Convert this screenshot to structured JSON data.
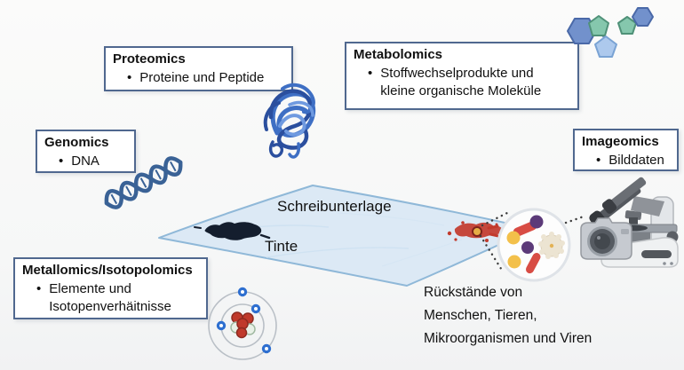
{
  "figure": {
    "description": "Forensic omics diagram around a writing pad with ink"
  },
  "boxes": {
    "proteomics": {
      "title": "Proteomics",
      "bullet": "Proteine und Peptide"
    },
    "metabolomics": {
      "title": "Metabolomics",
      "bullet": "Stoffwechselprodukte und\nkleine organische Moleküle"
    },
    "genomics": {
      "title": "Genomics",
      "bullet": "DNA"
    },
    "imageomics": {
      "title": "Imageomics",
      "bullet": "Bilddaten"
    },
    "metallomics": {
      "title": "Metallomics/Isotopolomics",
      "bullet": "Elemente und\nIsotopenverhäitnisse"
    }
  },
  "labels": {
    "pad": "Schreibunterlage",
    "ink": "Tinte",
    "residues": "Rückstände von\nMenschen, Tieren,\nMikroorganismen und Viren"
  },
  "bullet_glyph": "•",
  "icons": {
    "molecules": "molecule-rings-icon",
    "protein": "protein-tangle-icon",
    "dna": "dna-helix-icon",
    "atom": "atom-icon",
    "microscope": "microscope-icon",
    "camera": "camera-icon",
    "magnifier": "residue-magnifier-circle",
    "ink_blot": "ink-blot",
    "splatter": "residue-splatter"
  },
  "colors": {
    "box_border": "#50688f",
    "pad_fill": "#dce9f5",
    "pad_stroke": "#8fb8d8",
    "ink": "#141e2e",
    "dna_blue": "#3a6296",
    "protein_blue": "#3e6fc4",
    "splatter_red": "#c23a2c",
    "rod_red": "#d84c44",
    "dot_purple": "#5c3a79",
    "dot_yellow": "#f3c04a",
    "electron_blue": "#2e6fd0",
    "nucleus_red": "#c0392b",
    "hexagon_blue": "#7291cc",
    "pentagon_green": "#85c7ad",
    "pentagon_lightblue": "#adc9ed"
  }
}
